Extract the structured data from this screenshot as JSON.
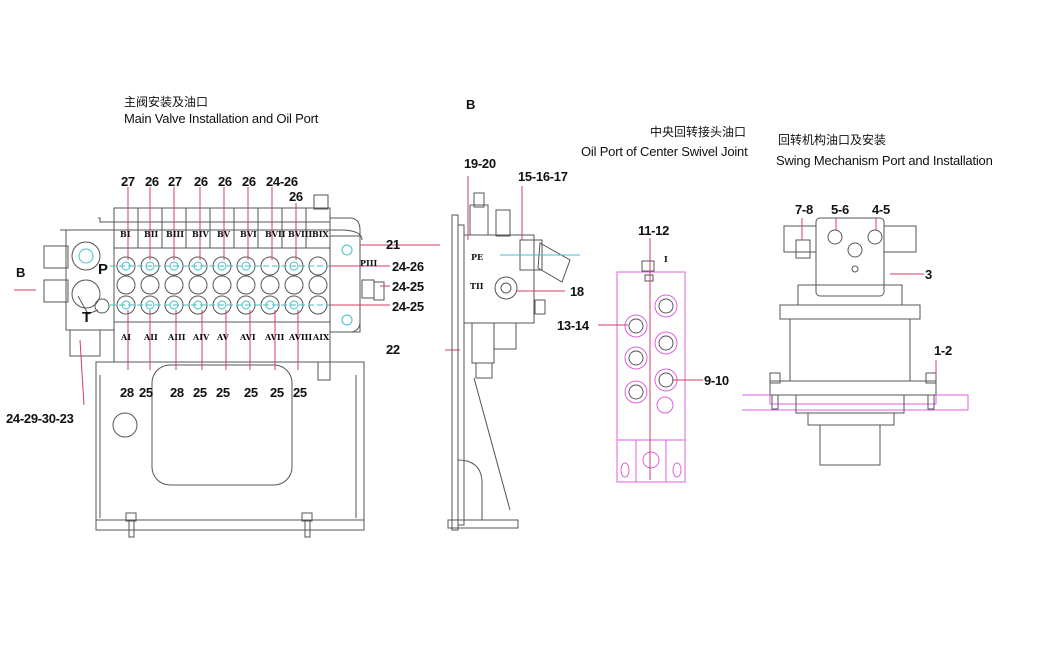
{
  "main_valve": {
    "title_cn": "主阀安装及油口",
    "title_en": "Main Valve Installation and Oil Port",
    "view_arrow_label": "B",
    "port_labels": {
      "p": "P",
      "t": "T",
      "piii": "PIII"
    },
    "top_callouts": [
      "27",
      "26",
      "27",
      "26",
      "26",
      "26",
      "24-26"
    ],
    "top_callout_extra": "26",
    "b_ports": [
      "BI",
      "BII",
      "BIII",
      "BIV",
      "BV",
      "BVI",
      "BVII",
      "BVIII",
      "BIX"
    ],
    "a_ports": [
      "AI",
      "AII",
      "AIII",
      "AIV",
      "AV",
      "AVI",
      "AVII",
      "AVIII",
      "AIX"
    ],
    "bottom_callouts": [
      "28",
      "25",
      "28",
      "25",
      "25",
      "25",
      "25",
      "25"
    ],
    "left_callout": "24-29-30-23",
    "right_callouts": [
      "21",
      "24-26",
      "24-25",
      "24-25",
      "22"
    ]
  },
  "side_view": {
    "title": "B",
    "callouts": [
      "19-20",
      "15-16-17",
      "18"
    ],
    "port_labels": {
      "pe": "PE",
      "tii": "TII"
    }
  },
  "swivel_joint": {
    "title_cn": "中央回转接头油口",
    "title_en": "Oil Port of Center Swivel Joint",
    "callouts": [
      "11-12",
      "13-14",
      "9-10"
    ],
    "top_marker": "I"
  },
  "swing_mechanism": {
    "title_cn": "回转机构油口及安装",
    "title_en": "Swing Mechanism Port and Installation",
    "callouts": [
      "7-8",
      "5-6",
      "4-5",
      "3",
      "1-2"
    ]
  },
  "colors": {
    "outline": "#555555",
    "leader": "#d04060",
    "centerline": "#40c0c8",
    "swivel": "#e060e0"
  }
}
